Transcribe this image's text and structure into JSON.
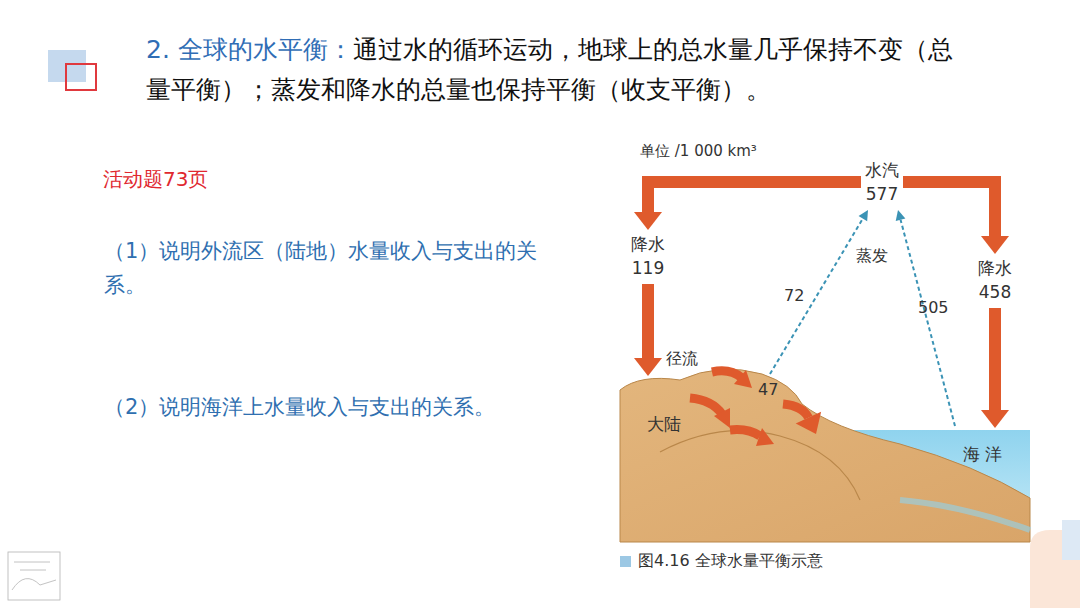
{
  "diagram": {
    "title": "2. 全球的水平衡：",
    "caption": "图4.16  全球水量平衡示意",
    "nodes": [
      {
        "text": [
          "水汽",
          "577"
        ]
      },
      {
        "text": [
          "降水",
          "119"
        ]
      },
      {
        "text": [
          "降水",
          "458"
        ]
      },
      {
        "text": [
          "大陆"
        ]
      },
      {
        "text": [
          "海 洋"
        ]
      }
    ],
    "edges": [
      {
        "from": 0,
        "to": 1,
        "arrow": "to"
      },
      {
        "from": 0,
        "to": 2,
        "arrow": "to"
      },
      {
        "from": 1,
        "to": 3,
        "arrow": "to"
      },
      {
        "from": 2,
        "to": 4,
        "arrow": "to"
      },
      {
        "from": 3,
        "to": 0,
        "label": "72",
        "arrow": "to"
      },
      {
        "from": 4,
        "to": 0,
        "label": "505",
        "arrow": "to"
      },
      {
        "from": 3,
        "to": 4,
        "label": "47",
        "arrow": "to"
      }
    ],
    "labels": [
      "通过水的循环运动，地球上的总水量几乎保持不变（总量平衡）；蒸发和降水的总量也保持平衡（收支平衡）。",
      "活动题73页",
      "（1）说明外流区（陆地）水量收入与支出的关系。",
      "（2）说明海洋上水量收入与支出的关系。",
      "单位 /1 000 km³",
      "蒸发",
      "径流"
    ]
  }
}
